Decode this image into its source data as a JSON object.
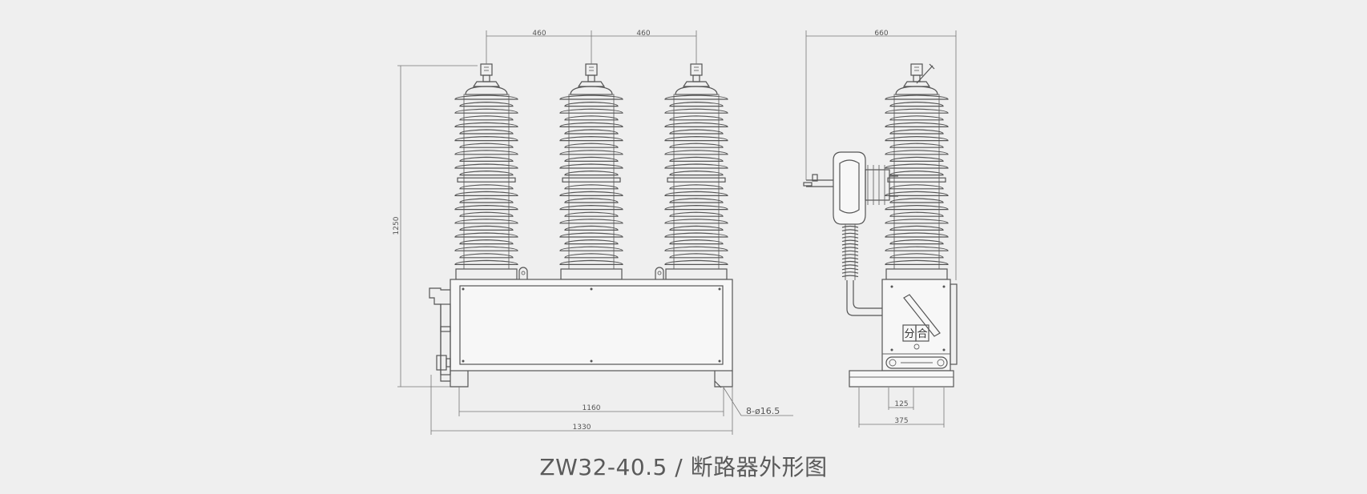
{
  "caption": "ZW32-40.5 / 断路器外形图",
  "dimensions": {
    "front_pole_spacing_left": "460",
    "front_pole_spacing_right": "460",
    "front_height": "1250",
    "front_mount_holes_span": "1160",
    "front_base_width": "1330",
    "mount_hole_spec": "8-ø16.5",
    "side_width": "660",
    "side_inner_span": "125",
    "side_base_width": "375"
  },
  "panel_labels": {
    "open": "分",
    "close": "合"
  }
}
